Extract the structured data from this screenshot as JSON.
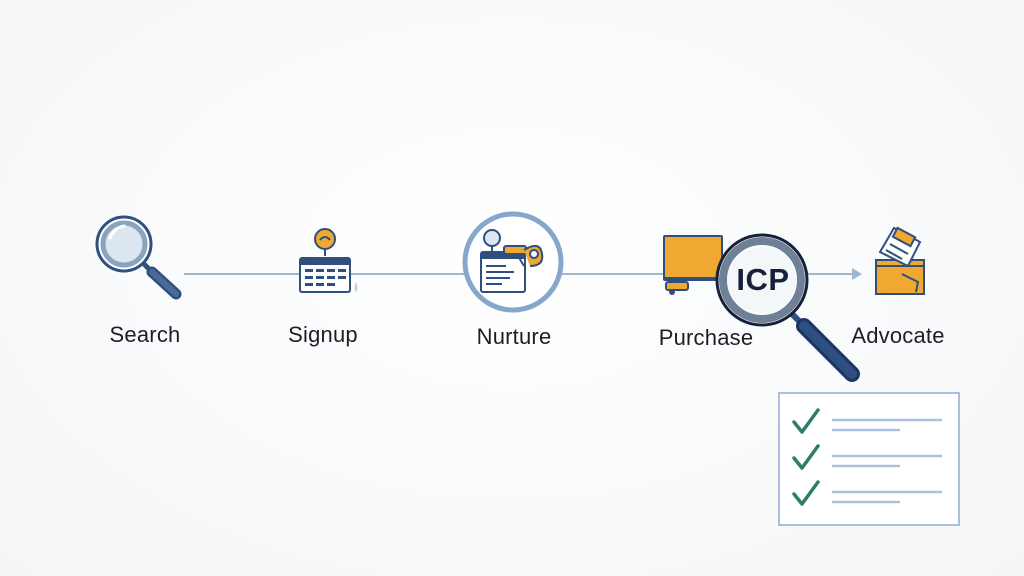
{
  "stages": [
    {
      "label": "Search",
      "icon": "magnifier-icon"
    },
    {
      "label": "Signup",
      "icon": "signup-form-icon"
    },
    {
      "label": "Nurture",
      "icon": "nurture-document-icon"
    },
    {
      "label": "Purchase",
      "icon": "purchase-box-icon"
    },
    {
      "label": "Advocate",
      "icon": "advocate-folder-icon"
    }
  ],
  "icp": {
    "label": "ICP",
    "icon": "icp-magnifier-icon"
  },
  "checklist": {
    "items": 3,
    "icon": "checklist-icon"
  },
  "colors": {
    "line": "#9fb6cf",
    "navy": "#2f4f7f",
    "orange": "#f0a830",
    "check": "#2e7d6b",
    "checklist_border": "#a9c1de"
  }
}
